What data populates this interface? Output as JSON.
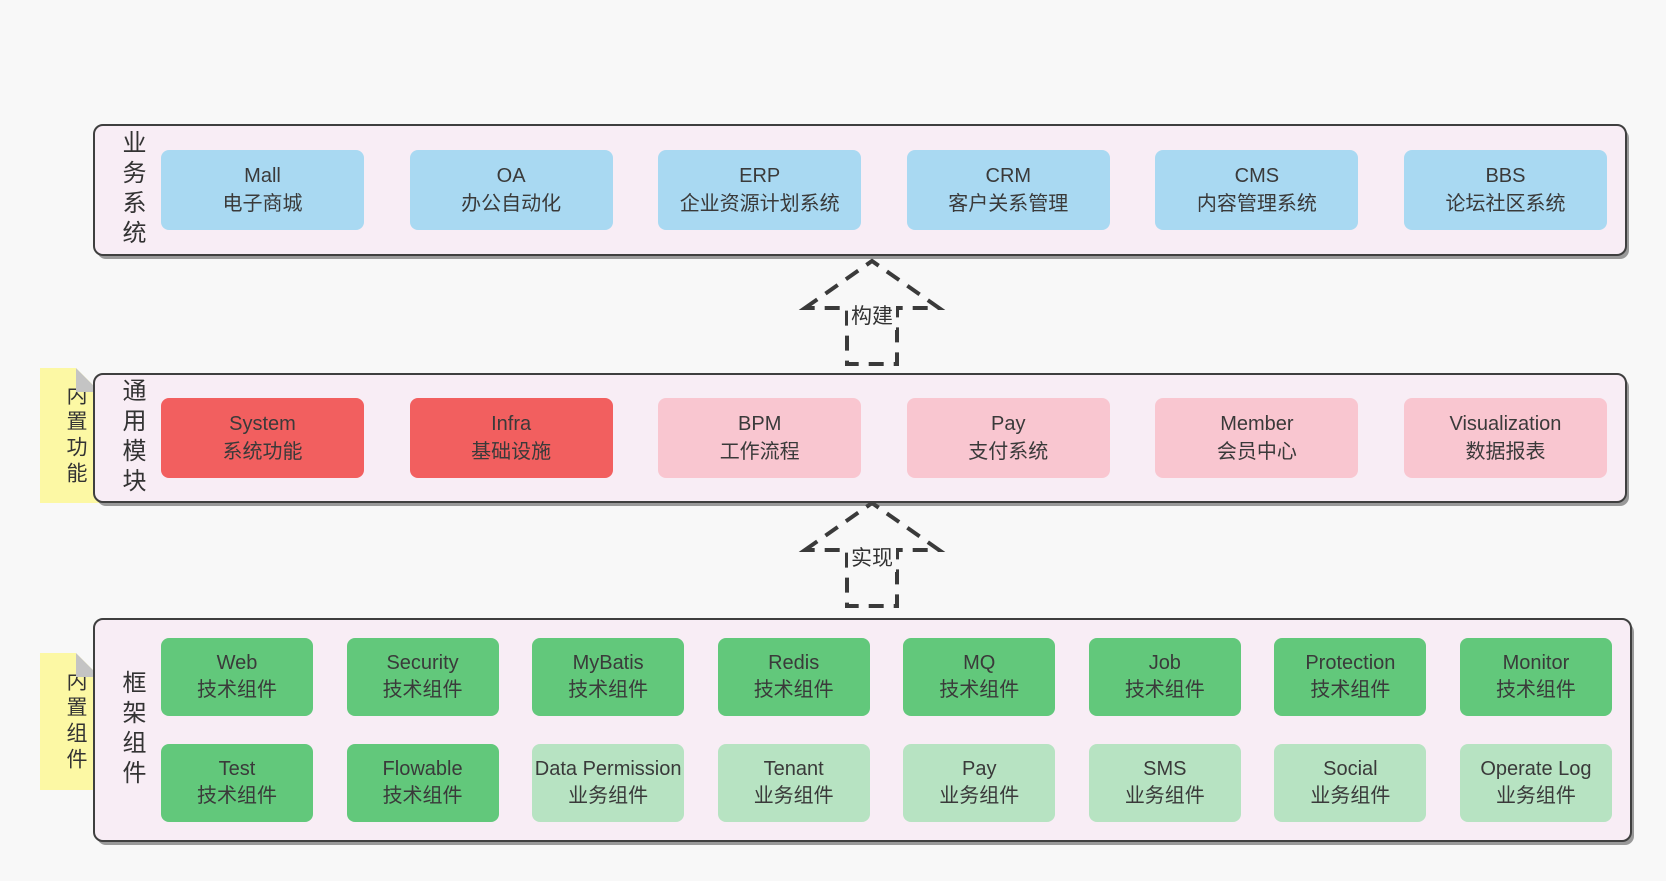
{
  "colors": {
    "page-bg": "#f8f8f8",
    "band-bg": "#f8edf5",
    "band-border": "#3f3f3f",
    "sky": "#a9d9f2",
    "red": "#f25f5f",
    "pink": "#f9c6d0",
    "green": "#62c87b",
    "green-light": "#b7e3c2",
    "note-yellow": "#fcf8a4",
    "fold-gray": "#c4c4c4",
    "text": "#3a3a3a",
    "dash": "#3a3a3a"
  },
  "arrows": [
    {
      "label": "构建"
    },
    {
      "label": "实现"
    }
  ],
  "notes": [
    {
      "label": "内置功能"
    },
    {
      "label": "内置组件"
    }
  ],
  "bands": [
    {
      "label": "业务系统",
      "boxes": [
        {
          "name": "Mall",
          "desc": "电子商城",
          "color": "sky"
        },
        {
          "name": "OA",
          "desc": "办公自动化",
          "color": "sky"
        },
        {
          "name": "ERP",
          "desc": "企业资源计划系统",
          "color": "sky"
        },
        {
          "name": "CRM",
          "desc": "客户关系管理",
          "color": "sky"
        },
        {
          "name": "CMS",
          "desc": "内容管理系统",
          "color": "sky"
        },
        {
          "name": "BBS",
          "desc": "论坛社区系统",
          "color": "sky"
        }
      ]
    },
    {
      "label": "通用模块",
      "boxes": [
        {
          "name": "System",
          "desc": "系统功能",
          "color": "red"
        },
        {
          "name": "Infra",
          "desc": "基础设施",
          "color": "red"
        },
        {
          "name": "BPM",
          "desc": "工作流程",
          "color": "pink"
        },
        {
          "name": "Pay",
          "desc": "支付系统",
          "color": "pink"
        },
        {
          "name": "Member",
          "desc": "会员中心",
          "color": "pink"
        },
        {
          "name": "Visualization",
          "desc": "数据报表",
          "color": "pink"
        }
      ]
    },
    {
      "label": "框架组件",
      "rows": [
        [
          {
            "name": "Web",
            "desc": "技术组件",
            "color": "green"
          },
          {
            "name": "Security",
            "desc": "技术组件",
            "color": "green"
          },
          {
            "name": "MyBatis",
            "desc": "技术组件",
            "color": "green"
          },
          {
            "name": "Redis",
            "desc": "技术组件",
            "color": "green"
          },
          {
            "name": "MQ",
            "desc": "技术组件",
            "color": "green"
          },
          {
            "name": "Job",
            "desc": "技术组件",
            "color": "green"
          },
          {
            "name": "Protection",
            "desc": "技术组件",
            "color": "green"
          },
          {
            "name": "Monitor",
            "desc": "技术组件",
            "color": "green"
          }
        ],
        [
          {
            "name": "Test",
            "desc": "技术组件",
            "color": "green"
          },
          {
            "name": "Flowable",
            "desc": "技术组件",
            "color": "green"
          },
          {
            "name": "Data Permission",
            "desc": "业务组件",
            "color": "green-light"
          },
          {
            "name": "Tenant",
            "desc": "业务组件",
            "color": "green-light"
          },
          {
            "name": "Pay",
            "desc": "业务组件",
            "color": "green-light"
          },
          {
            "name": "SMS",
            "desc": "业务组件",
            "color": "green-light"
          },
          {
            "name": "Social",
            "desc": "业务组件",
            "color": "green-light"
          },
          {
            "name": "Operate Log",
            "desc": "业务组件",
            "color": "green-light"
          }
        ]
      ]
    }
  ]
}
